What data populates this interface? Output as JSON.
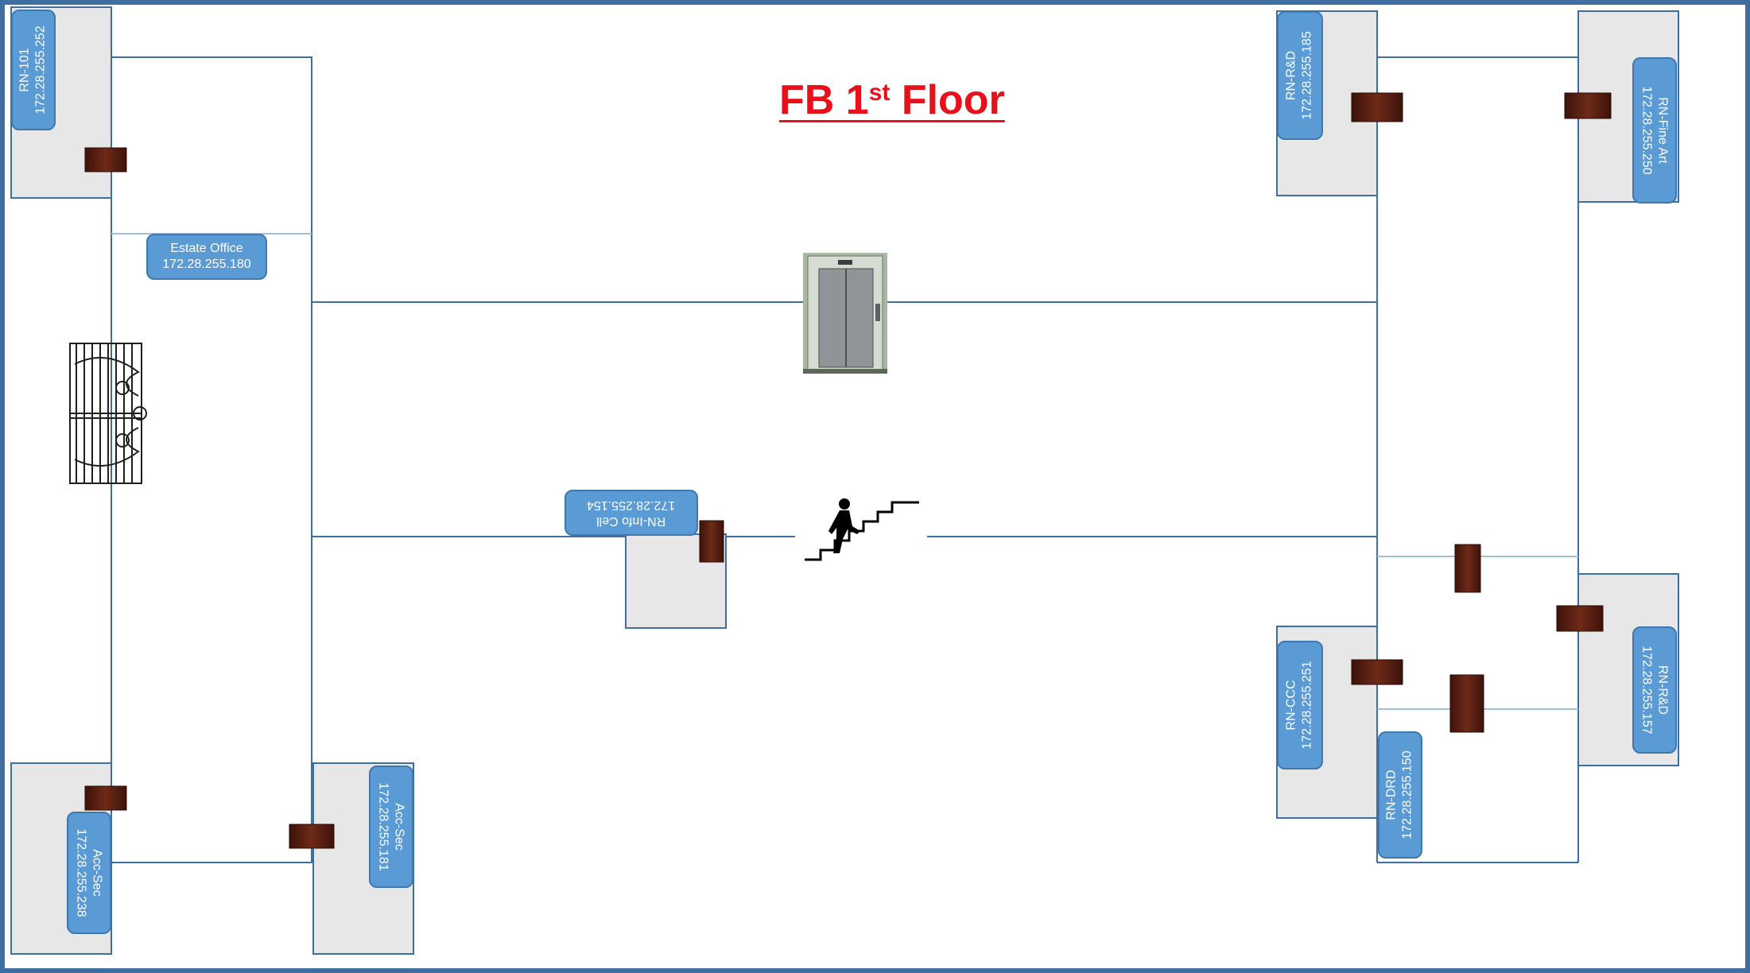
{
  "floor": {
    "title_main": "FB 1",
    "title_sup": "st",
    "title_end": " Floor"
  },
  "rooms": {
    "rn101": {
      "name": "RN-101",
      "ip": "172.28.255.252"
    },
    "estate": {
      "name": "Estate Office",
      "ip": "172.28.255.180"
    },
    "accsec_left": {
      "name": "Acc-Sec",
      "ip": "172.28.255.238"
    },
    "accsec_mid": {
      "name": "Acc-Sec",
      "ip": "172.28.255.181"
    },
    "info": {
      "name": "RN-Info Cell",
      "ip": "172.28.255.154"
    },
    "rnd_top": {
      "name": "RN-R&D",
      "ip": "172.28.255.185"
    },
    "fineart": {
      "name": "RN-Fine Art",
      "ip": "172.28.255.250"
    },
    "ccc": {
      "name": "RN-CCC",
      "ip": "172.28.255.251"
    },
    "drd": {
      "name": "RN-DRD",
      "ip": "172.28.255.150"
    },
    "rnd_right": {
      "name": "RN-R&D",
      "ip": "172.28.255.157"
    }
  },
  "icons": [
    "door-icon",
    "elevator-icon",
    "gate-icon",
    "stairs-icon"
  ],
  "colors": {
    "label_fill": "#5b9bd5",
    "wall": "#3f6fa0",
    "room_fill": "#e7e7e7",
    "title": "#e8101a",
    "door": "#5a1e12"
  }
}
